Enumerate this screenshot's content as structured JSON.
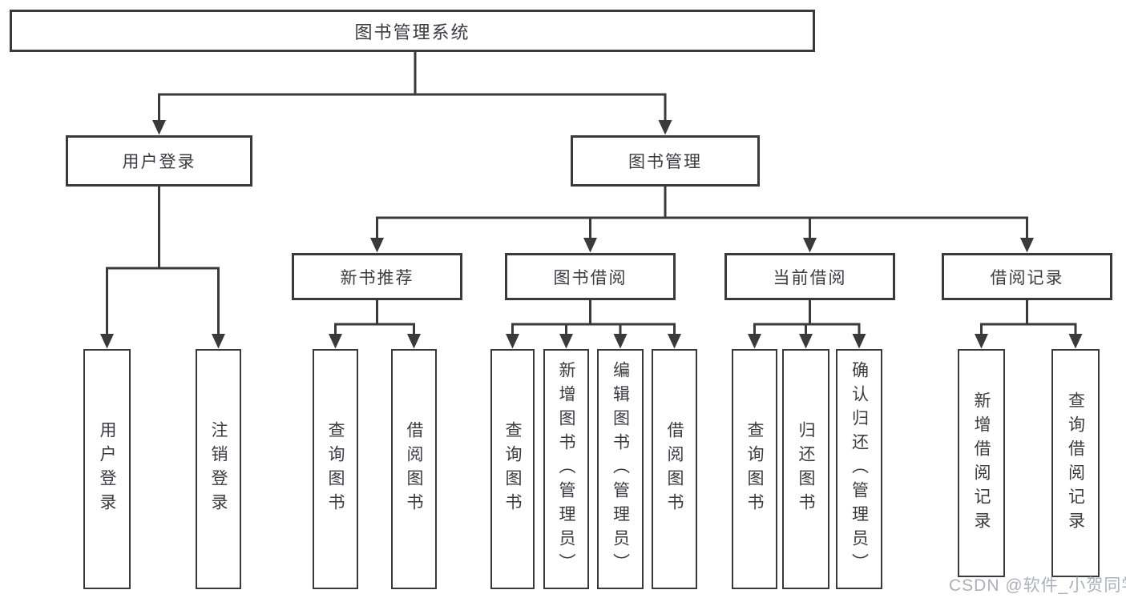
{
  "diagram": {
    "root": {
      "label": "图书管理系统"
    },
    "level2": [
      {
        "label": "用户登录",
        "children": [
          "用户登录",
          "注销登录"
        ]
      },
      {
        "label": "图书管理",
        "groups": [
          {
            "label": "新书推荐",
            "children": [
              "查询图书",
              "借阅图书"
            ]
          },
          {
            "label": "图书借阅",
            "children": [
              "查询图书",
              "新增图书（管理员）",
              "编辑图书（管理员）",
              "借阅图书"
            ]
          },
          {
            "label": "当前借阅",
            "children": [
              "查询图书",
              "归还图书",
              "确认归还（管理员）"
            ]
          },
          {
            "label": "借阅记录",
            "children": [
              "新增借阅记录",
              "查询借阅记录"
            ]
          }
        ]
      }
    ]
  },
  "watermark": {
    "text": "CSDN @软件_小贺同学"
  },
  "colors": {
    "line": "#3a3a3a",
    "box_border": "#3a3a3a",
    "text": "#3b3b42",
    "watermark": "#a8adb5",
    "background": "#ffffff"
  }
}
